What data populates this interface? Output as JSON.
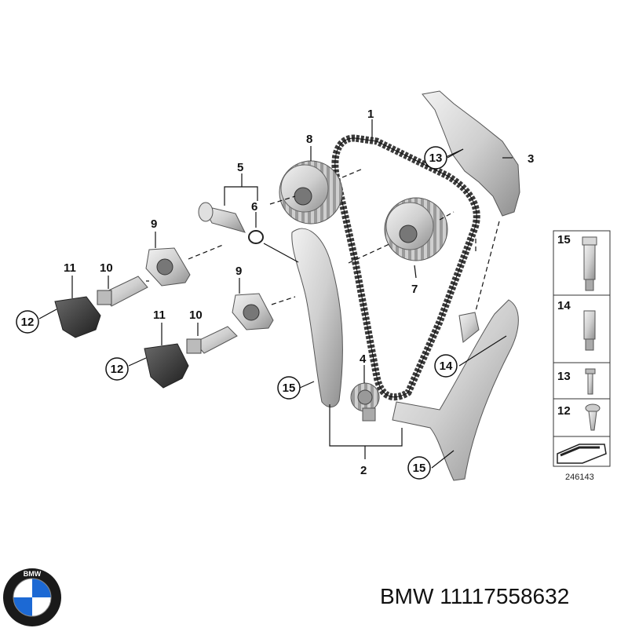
{
  "diagram": {
    "callouts": {
      "c1": "1",
      "c2": "2",
      "c3": "3",
      "c4": "4",
      "c5": "5",
      "c6": "6",
      "c7": "7",
      "c8": "8",
      "c9a": "9",
      "c9b": "9",
      "c10a": "10",
      "c10b": "10",
      "c11a": "11",
      "c11b": "11",
      "c12a": "12",
      "c12b": "12",
      "c13": "13",
      "c14": "14",
      "c15a": "15",
      "c15b": "15"
    },
    "legend": {
      "r1": "15",
      "r2": "14",
      "r3": "13",
      "r4": "12"
    },
    "diagram_id": "246143"
  },
  "part_label": "BMW 11117558632",
  "logo": {
    "letters": "BMW",
    "colors": {
      "blue": "#1c69d4",
      "white": "#ffffff",
      "ring": "#1a1a1a"
    }
  },
  "colors": {
    "part_fill": "#d6d6d6",
    "part_dark": "#3a3a3a",
    "line": "#111111"
  }
}
